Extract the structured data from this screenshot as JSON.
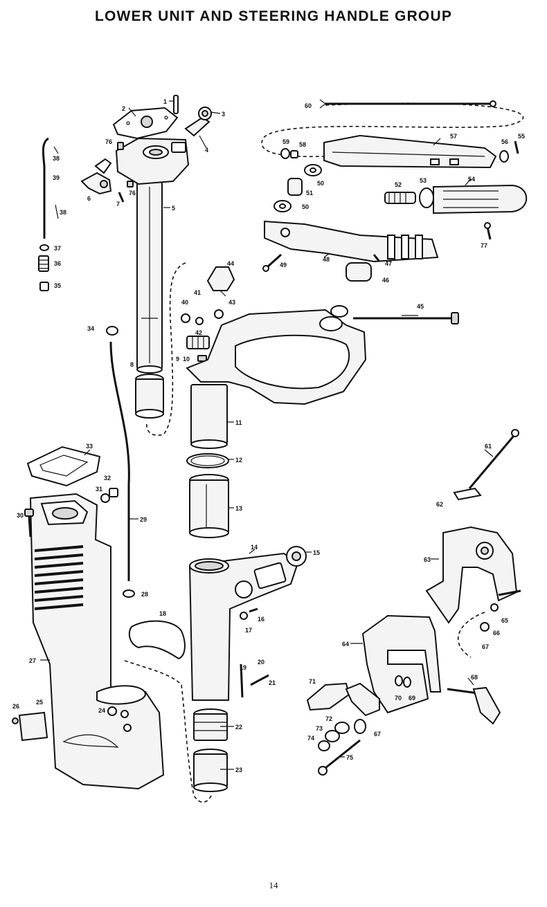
{
  "title": "LOWER UNIT AND STEERING HANDLE GROUP",
  "page_number": "14",
  "callouts": [
    {
      "id": "c1",
      "label": "1"
    },
    {
      "id": "c2",
      "label": "2"
    },
    {
      "id": "c3",
      "label": "3"
    },
    {
      "id": "c4",
      "label": "4"
    },
    {
      "id": "c5",
      "label": "5"
    },
    {
      "id": "c6",
      "label": "6"
    },
    {
      "id": "c7",
      "label": "7"
    },
    {
      "id": "c8",
      "label": "8"
    },
    {
      "id": "c9",
      "label": "9"
    },
    {
      "id": "c10",
      "label": "10"
    },
    {
      "id": "c11",
      "label": "11"
    },
    {
      "id": "c12",
      "label": "12"
    },
    {
      "id": "c13",
      "label": "13"
    },
    {
      "id": "c14",
      "label": "14"
    },
    {
      "id": "c15",
      "label": "15"
    },
    {
      "id": "c16",
      "label": "16"
    },
    {
      "id": "c17",
      "label": "17"
    },
    {
      "id": "c18",
      "label": "18"
    },
    {
      "id": "c19",
      "label": "19"
    },
    {
      "id": "c20",
      "label": "20"
    },
    {
      "id": "c21",
      "label": "21"
    },
    {
      "id": "c22",
      "label": "22"
    },
    {
      "id": "c23",
      "label": "23"
    },
    {
      "id": "c24",
      "label": "24"
    },
    {
      "id": "c25",
      "label": "25"
    },
    {
      "id": "c26",
      "label": "26"
    },
    {
      "id": "c27",
      "label": "27"
    },
    {
      "id": "c28",
      "label": "28"
    },
    {
      "id": "c29",
      "label": "29"
    },
    {
      "id": "c30",
      "label": "30"
    },
    {
      "id": "c31",
      "label": "31"
    },
    {
      "id": "c32",
      "label": "32"
    },
    {
      "id": "c33",
      "label": "33"
    },
    {
      "id": "c34",
      "label": "34"
    },
    {
      "id": "c35",
      "label": "35"
    },
    {
      "id": "c36",
      "label": "36"
    },
    {
      "id": "c37",
      "label": "37"
    },
    {
      "id": "c38a",
      "label": "38"
    },
    {
      "id": "c38b",
      "label": "38"
    },
    {
      "id": "c39",
      "label": "39"
    },
    {
      "id": "c40",
      "label": "40"
    },
    {
      "id": "c41",
      "label": "41"
    },
    {
      "id": "c42",
      "label": "42"
    },
    {
      "id": "c43",
      "label": "43"
    },
    {
      "id": "c44",
      "label": "44"
    },
    {
      "id": "c45",
      "label": "45"
    },
    {
      "id": "c46",
      "label": "46"
    },
    {
      "id": "c47",
      "label": "47"
    },
    {
      "id": "c48",
      "label": "48"
    },
    {
      "id": "c49",
      "label": "49"
    },
    {
      "id": "c50a",
      "label": "50"
    },
    {
      "id": "c50b",
      "label": "50"
    },
    {
      "id": "c51",
      "label": "51"
    },
    {
      "id": "c52",
      "label": "52"
    },
    {
      "id": "c53",
      "label": "53"
    },
    {
      "id": "c54",
      "label": "54"
    },
    {
      "id": "c55",
      "label": "55"
    },
    {
      "id": "c56",
      "label": "56"
    },
    {
      "id": "c57",
      "label": "57"
    },
    {
      "id": "c58",
      "label": "58"
    },
    {
      "id": "c59",
      "label": "59"
    },
    {
      "id": "c60",
      "label": "60"
    },
    {
      "id": "c61",
      "label": "61"
    },
    {
      "id": "c62",
      "label": "62"
    },
    {
      "id": "c63",
      "label": "63"
    },
    {
      "id": "c64",
      "label": "64"
    },
    {
      "id": "c65",
      "label": "65"
    },
    {
      "id": "c66",
      "label": "66"
    },
    {
      "id": "c67a",
      "label": "67"
    },
    {
      "id": "c67b",
      "label": "67"
    },
    {
      "id": "c68",
      "label": "68"
    },
    {
      "id": "c69",
      "label": "69"
    },
    {
      "id": "c70",
      "label": "70"
    },
    {
      "id": "c71",
      "label": "71"
    },
    {
      "id": "c72",
      "label": "72"
    },
    {
      "id": "c73",
      "label": "73"
    },
    {
      "id": "c74",
      "label": "74"
    },
    {
      "id": "c75",
      "label": "75"
    },
    {
      "id": "c76a",
      "label": "76"
    },
    {
      "id": "c76b",
      "label": "76"
    },
    {
      "id": "c77",
      "label": "77"
    }
  ]
}
